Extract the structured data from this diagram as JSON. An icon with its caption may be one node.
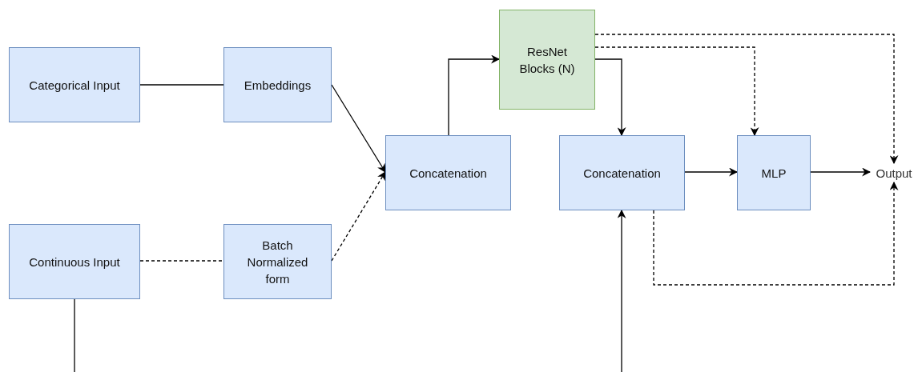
{
  "diagram": {
    "nodes": [
      {
        "text": [
          "Categorical Input"
        ]
      },
      {
        "text": [
          "Embeddings"
        ]
      },
      {
        "text": [
          "Continuous Input"
        ]
      },
      {
        "text": [
          "Batch Normalized form"
        ]
      },
      {
        "text": [
          "Concatenation"
        ]
      },
      {
        "text": [
          "ResNet Blocks (N)"
        ]
      },
      {
        "text": [
          "Concatenation"
        ]
      },
      {
        "text": [
          "MLP"
        ]
      },
      {
        "text": [
          "Output"
        ]
      }
    ],
    "edges": [
      {
        "from": 0,
        "to": 1,
        "arrow": "none"
      },
      {
        "from": 2,
        "to": 3,
        "arrow": "none",
        "style": "dashed"
      },
      {
        "from": 1,
        "to": 4,
        "arrow": "to"
      },
      {
        "from": 3,
        "to": 4,
        "arrow": "to",
        "style": "dashed"
      },
      {
        "from": 4,
        "to": 5,
        "arrow": "to"
      },
      {
        "from": 5,
        "to": 6,
        "arrow": "to"
      },
      {
        "from": 5,
        "to": 7,
        "arrow": "to",
        "style": "dashed"
      },
      {
        "from": 5,
        "to": 8,
        "arrow": "to",
        "style": "dashed"
      },
      {
        "from": 6,
        "to": 7,
        "arrow": "to"
      },
      {
        "from": 7,
        "to": 8,
        "arrow": "to"
      },
      {
        "from": 6,
        "to": 8,
        "arrow": "to",
        "style": "dashed"
      },
      {
        "from": 2,
        "to": null,
        "arrow": "none"
      },
      {
        "from": null,
        "to": 6,
        "arrow": "to"
      }
    ]
  }
}
